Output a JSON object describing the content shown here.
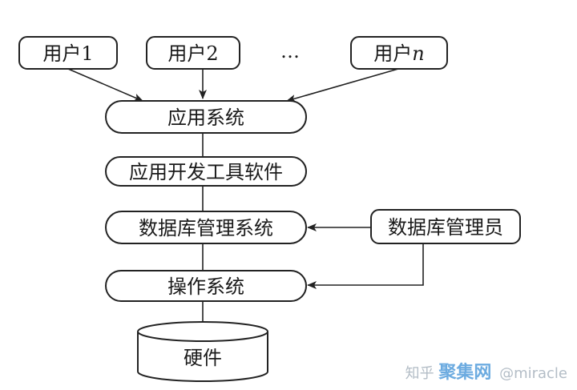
{
  "users": [
    {
      "text": "用户1"
    },
    {
      "text": "用户2"
    },
    {
      "text": "用户",
      "suffix": "n"
    }
  ],
  "ellipsis": "…",
  "layers": {
    "app_system": "应用系统",
    "dev_tools": "应用开发工具软件",
    "dbms": "数据库管理系统",
    "os": "操作系统",
    "hardware": "硬件"
  },
  "dba": "数据库管理员",
  "watermark": {
    "prefix": "知乎",
    "brand": "聚集网",
    "handle": "@miracle"
  }
}
